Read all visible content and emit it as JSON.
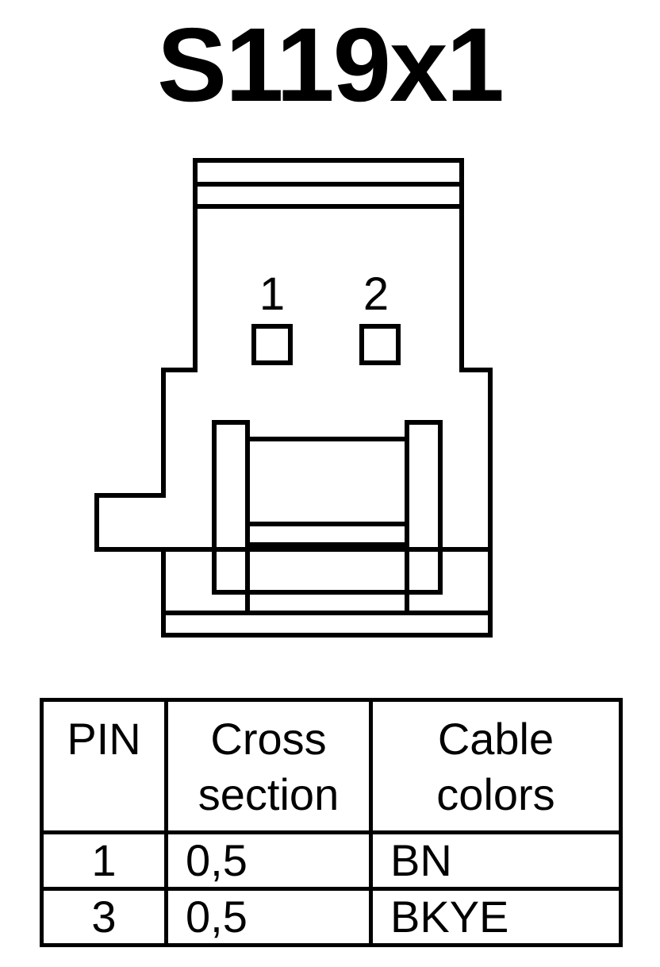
{
  "title": "S119x1",
  "connector": {
    "pin_labels": [
      "1",
      "2"
    ]
  },
  "table": {
    "headers": [
      [
        "PIN"
      ],
      [
        "Cross",
        "section"
      ],
      [
        "Cable",
        "colors"
      ]
    ],
    "rows": [
      {
        "pin": "1",
        "cross_section": "0,5",
        "color": "BN"
      },
      {
        "pin": "3",
        "cross_section": "0,5",
        "color": "BKYE"
      }
    ]
  }
}
